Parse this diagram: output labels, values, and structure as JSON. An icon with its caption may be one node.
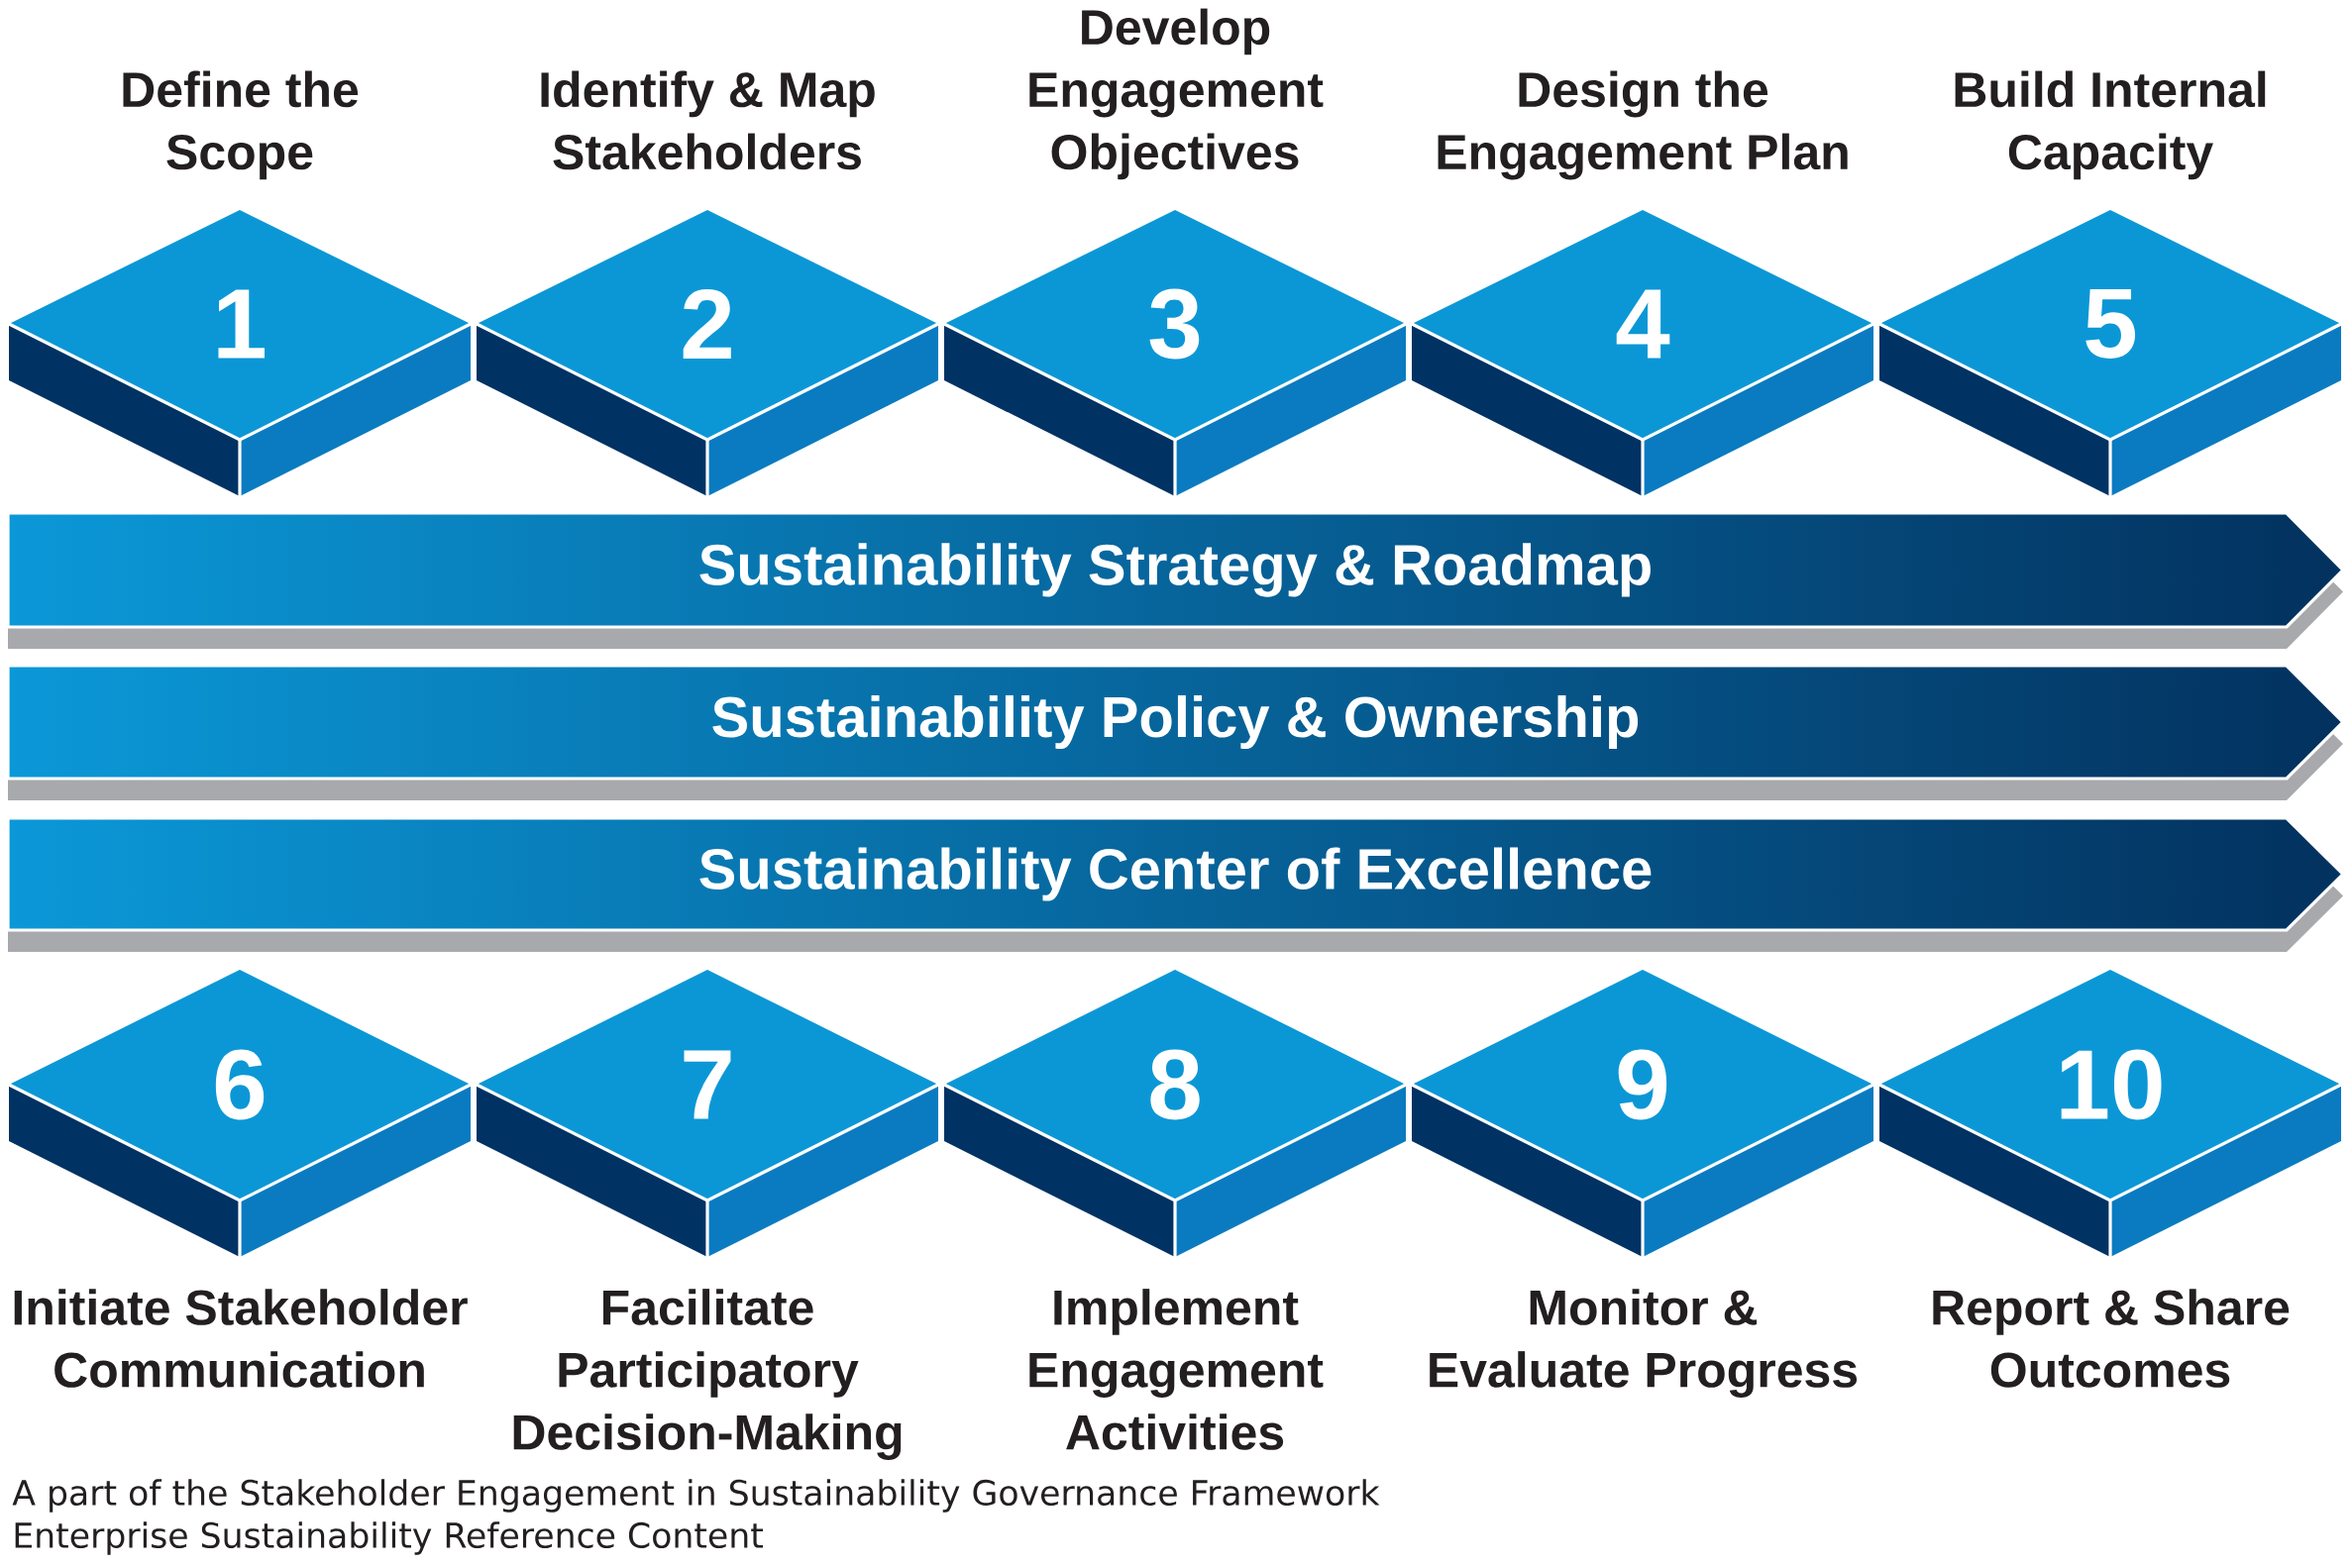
{
  "diagram": {
    "nodes": [
      {
        "text": [
          "Define the Scope",
          "1"
        ]
      },
      {
        "text": [
          "Identify & Map Stakeholders",
          "2"
        ]
      },
      {
        "text": [
          "Develop Engagement Objectives",
          "3"
        ]
      },
      {
        "text": [
          "Design the Engagement Plan",
          "4"
        ]
      },
      {
        "text": [
          "Build Internal Capacity",
          "5"
        ]
      },
      {
        "text": [
          "Sustainability Strategy & Roadmap"
        ]
      },
      {
        "text": [
          "Sustainability Policy & Ownership"
        ]
      },
      {
        "text": [
          "Sustainability Center of Excellence"
        ]
      },
      {
        "text": [
          "6",
          "Initiate Stakeholder Communication"
        ]
      },
      {
        "text": [
          "7",
          "Facilitate Participatory Decision-Making"
        ]
      },
      {
        "text": [
          "8",
          "Implement Engagement Activities"
        ]
      },
      {
        "text": [
          "9",
          "Monitor & Evaluate Progress"
        ]
      },
      {
        "text": [
          "10",
          "Report & Share Outcomes"
        ]
      }
    ],
    "labels": [
      "A part of the Stakeholder Engagement in Sustainability Governance Framework",
      "Enterprise Sustainability Reference Content"
    ]
  }
}
